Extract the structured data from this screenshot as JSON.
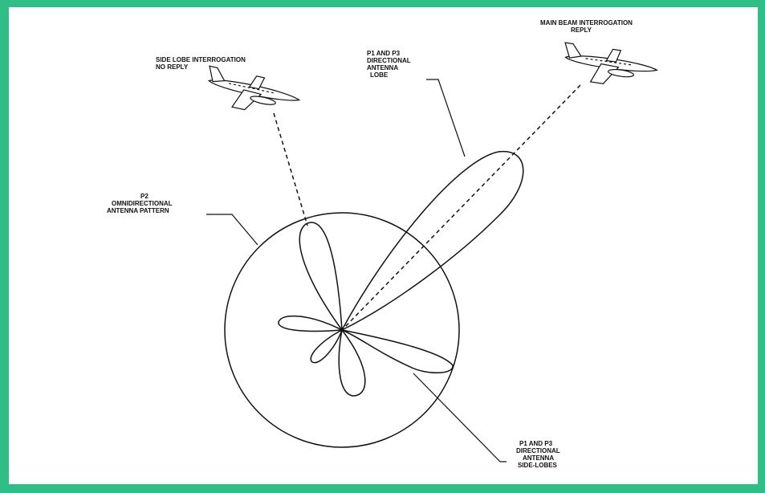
{
  "colors": {
    "frame": "#2fbf86",
    "ink": "#111111",
    "background": "#ffffff"
  },
  "labels": {
    "side_lobe": [
      "SIDE LOBE INTERROGATION",
      "NO REPLY"
    ],
    "main_beam": [
      "MAIN BEAM INTERROGATION",
      "REPLY"
    ],
    "directional_lobe": [
      "P1 AND P3",
      "DIRECTIONAL",
      "ANTENNA",
      "LOBE"
    ],
    "omni_pattern": [
      "P2",
      "OMNIDIRECTIONAL",
      "ANTENNA PATTERN"
    ],
    "side_lobes": [
      "P1 AND P3",
      "DIRECTIONAL",
      "ANTENNA",
      "SIDE-LOBES"
    ]
  },
  "icons": {
    "aircraft_left": "airplane-icon",
    "aircraft_right": "airplane-icon"
  }
}
